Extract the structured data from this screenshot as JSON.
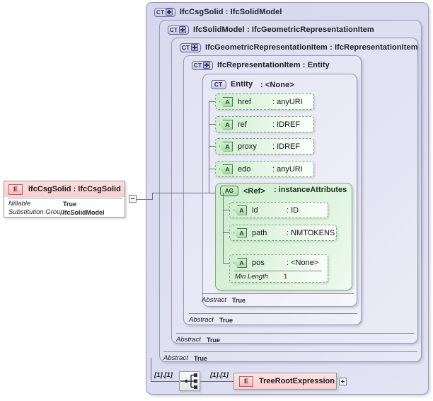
{
  "diagram": {
    "kind": "xsd-schema-diagram",
    "root_element": {
      "badge": "E",
      "title": "IfcCsgSolid : IfcCsgSolid",
      "properties": [
        {
          "label": "Nillable",
          "value": "True"
        },
        {
          "label": "Substitution Group",
          "value": "IfcSolidModel"
        }
      ]
    },
    "complex_types": [
      {
        "badge": "CT",
        "expand": "plus",
        "title": "IfcCsgSolid : IfcSolidModel",
        "abstract_label": "Abstract",
        "abstract_value": "True"
      },
      {
        "badge": "CT",
        "expand": "plus",
        "title": "IfcSolidModel : IfcGeometricRepresentationItem",
        "abstract_label": "Abstract",
        "abstract_value": "True"
      },
      {
        "badge": "CT",
        "expand": "plus",
        "title": "IfcGeometricRepresentationItem : IfcRepresentationItem",
        "abstract_label": "Abstract",
        "abstract_value": "True"
      },
      {
        "badge": "CT",
        "expand": "plus",
        "title": "IfcRepresentationItem : Entity",
        "abstract_label": "Abstract",
        "abstract_value": "True"
      },
      {
        "badge": "CT",
        "expand": "none",
        "title": "Entity",
        "type": ": <None>"
      }
    ],
    "attributes": [
      {
        "badge": "A",
        "name": "href",
        "type": ": anyURI"
      },
      {
        "badge": "A",
        "name": "ref",
        "type": ": IDREF"
      },
      {
        "badge": "A",
        "name": "proxy",
        "type": ": IDREF"
      },
      {
        "badge": "A",
        "name": "edo",
        "type": ": anyURI"
      }
    ],
    "attribute_group": {
      "badge": "AG",
      "name": "<Ref>",
      "type": ": instanceAttributes",
      "attributes": [
        {
          "badge": "A",
          "name": "id",
          "type": ": ID"
        },
        {
          "badge": "A",
          "name": "path",
          "type": ": NMTOKENS"
        },
        {
          "badge": "A",
          "name": "pos",
          "type": ": <None>",
          "facet": {
            "label": "Min Length",
            "value": "1"
          }
        }
      ]
    },
    "content_model": {
      "left_cardinality": "[1].[1]",
      "compositor": "sequence-icon",
      "right_cardinality": "[1].[1]",
      "element": {
        "badge": "E",
        "title": "TreeRootExpression",
        "expand": "plus"
      }
    },
    "toggles": {
      "root_collapse": "minus",
      "tree_expand": "plus"
    },
    "colors": {
      "complex_type_fill": "#dcdcf0",
      "complex_type_border": "#9a9ab4",
      "attribute_fill": "#d9f0d9",
      "attribute_border": "#7da97d",
      "element_header_fill": "#f9d4d4",
      "element_border": "#9a9a9a",
      "facet_value": "#d03a10",
      "line": "#6e6e82"
    }
  }
}
